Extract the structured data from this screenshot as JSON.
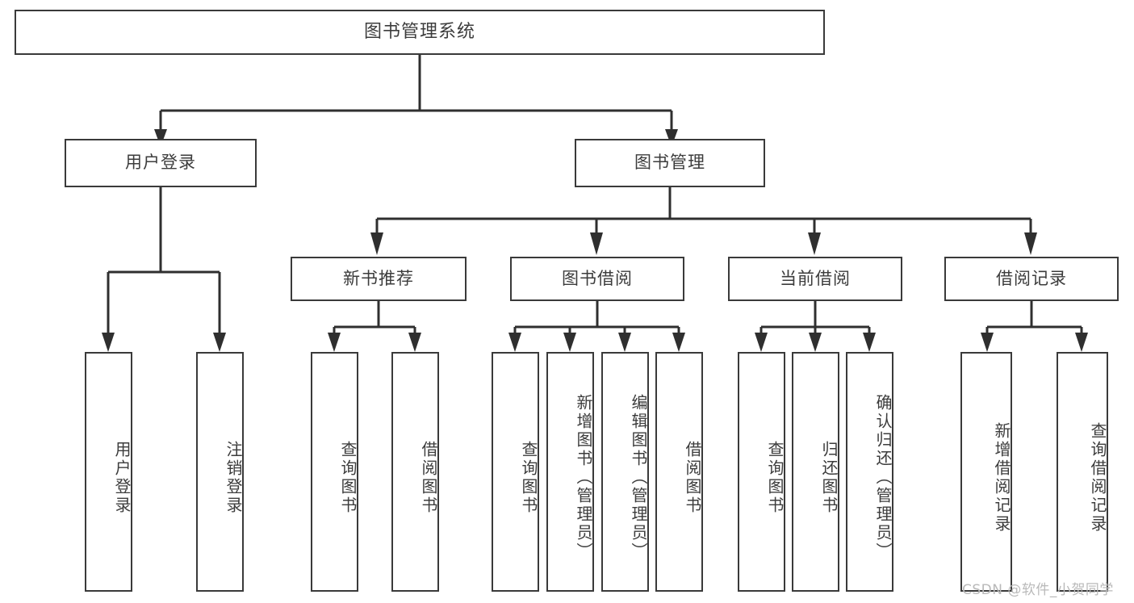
{
  "diagram": {
    "type": "tree",
    "title": "图书管理系统",
    "orientation": "top-down",
    "colors": {
      "background": "#ffffff",
      "node_border": "#3a3a3a",
      "node_fill": "#ffffff",
      "text": "#3c3c3c",
      "edge": "#2f2f2f",
      "watermark": "#b9b9b9"
    },
    "nodes": {
      "root": {
        "label": "图书管理系统"
      },
      "level2": [
        {
          "label": "用户登录"
        },
        {
          "label": "图书管理"
        }
      ],
      "level3": [
        {
          "label": "新书推荐"
        },
        {
          "label": "图书借阅"
        },
        {
          "label": "当前借阅"
        },
        {
          "label": "借阅记录"
        }
      ],
      "leaves_user_login": [
        {
          "label": "用户登录"
        },
        {
          "label": "注销登录"
        }
      ],
      "leaves_new_book": [
        {
          "label": "查询图书"
        },
        {
          "label": "借阅图书"
        }
      ],
      "leaves_borrow": [
        {
          "label": "查询图书"
        },
        {
          "label": "新增图书（管理员）"
        },
        {
          "label": "编辑图书（管理员）"
        },
        {
          "label": "借阅图书"
        }
      ],
      "leaves_current": [
        {
          "label": "查询图书"
        },
        {
          "label": "归还图书"
        },
        {
          "label": "确认归还（管理员）"
        }
      ],
      "leaves_records": [
        {
          "label": "新增借阅记录"
        },
        {
          "label": "查询借阅记录"
        }
      ]
    },
    "watermark": "CSDN @软件_小贺同学"
  }
}
